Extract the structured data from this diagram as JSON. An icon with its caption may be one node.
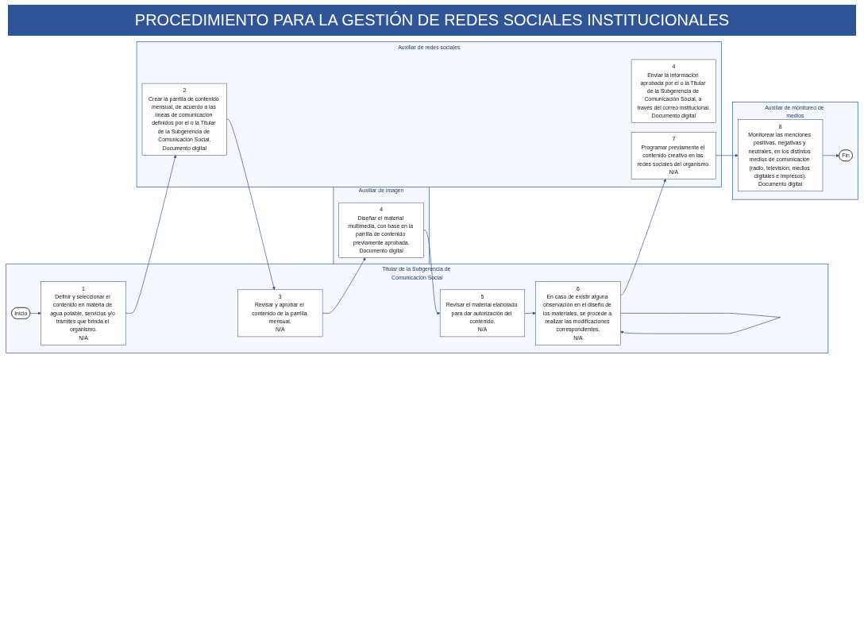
{
  "diagram": {
    "title": "PROCEDIMIENTO PARA LA GESTIÓN DE REDES SOCIALES INSTITUCIONALES",
    "nodes": [
      {
        "text": [
          "Titular de la Subgerencia de Comunicación Social"
        ]
      },
      {
        "text": [
          "Auxiliar de redes sociales"
        ]
      },
      {
        "text": [
          "Auxiliar de imagen"
        ]
      },
      {
        "text": [
          "Auxiliar de monitoreo de medios"
        ]
      },
      {
        "text": [
          "Inicio"
        ],
        "in": 0
      },
      {
        "text": [
          "1",
          "Definir y seleccionar el contenido en materia de agua potable, servicios y/o trámites que brinda el organismo.",
          "N/A"
        ],
        "in": 0
      },
      {
        "text": [
          "2",
          "Crear la parrilla de contenido mensual, de acuerdo a las líneas de comunicación definidos por el o la Titular de la Subgerencia de Comunicación Social.",
          "Documento digital"
        ],
        "in": 1
      },
      {
        "text": [
          "4",
          "Diseñar el material multimedia, con base en la parrilla de contenido previamente aprobada.",
          "Documento digital"
        ],
        "in": 2
      },
      {
        "text": [
          "3",
          "Revisar y aprobar el contenido de la parrilla mensual.",
          "N/A"
        ],
        "in": 0
      },
      {
        "text": [
          "8",
          "Monitorear las menciones positivas, negativas y neutrales, en los distintos medios de comunicación (radio, televisión, medios digitales e impresos).",
          "Documento digital"
        ],
        "in": 3
      },
      {
        "text": [
          "4",
          "Enviar la información aprobada por el o la Titular de la Subgerencia de Comunicación Social, a través del correo institucional.",
          "Documento digital"
        ],
        "in": 1
      },
      {
        "text": [
          "5",
          "Revisar el material elaborado para dar autorización del contenido.",
          "N/A"
        ],
        "in": 0
      },
      {
        "text": [
          "7",
          "Programar previamente el contenido creativo en las redes sociales del organismo.",
          "N/A"
        ],
        "in": 1
      },
      {
        "text": [
          "6",
          "En caso de existir alguna observación en el diseño de los materiales, se procede a realizar las modificaciones correspondientes.",
          "N/A"
        ],
        "in": 0
      },
      {
        "text": [
          "Fin"
        ],
        "in": 3
      }
    ],
    "edges": [
      {
        "from": 4,
        "to": 5,
        "arrow": "to"
      },
      {
        "from": 5,
        "to": 6,
        "arrow": "to"
      },
      {
        "from": 6,
        "to": 8,
        "arrow": "to"
      },
      {
        "from": 8,
        "to": 7,
        "arrow": "to"
      },
      {
        "from": 7,
        "to": 11,
        "arrow": "to"
      },
      {
        "from": 11,
        "to": 13,
        "arrow": "to"
      },
      {
        "from": 13,
        "to": 13,
        "arrow": "to"
      },
      {
        "from": 13,
        "to": 12,
        "arrow": "to"
      },
      {
        "from": 12,
        "to": 9,
        "arrow": "to"
      },
      {
        "from": 9,
        "to": 14,
        "arrow": "to"
      }
    ]
  }
}
